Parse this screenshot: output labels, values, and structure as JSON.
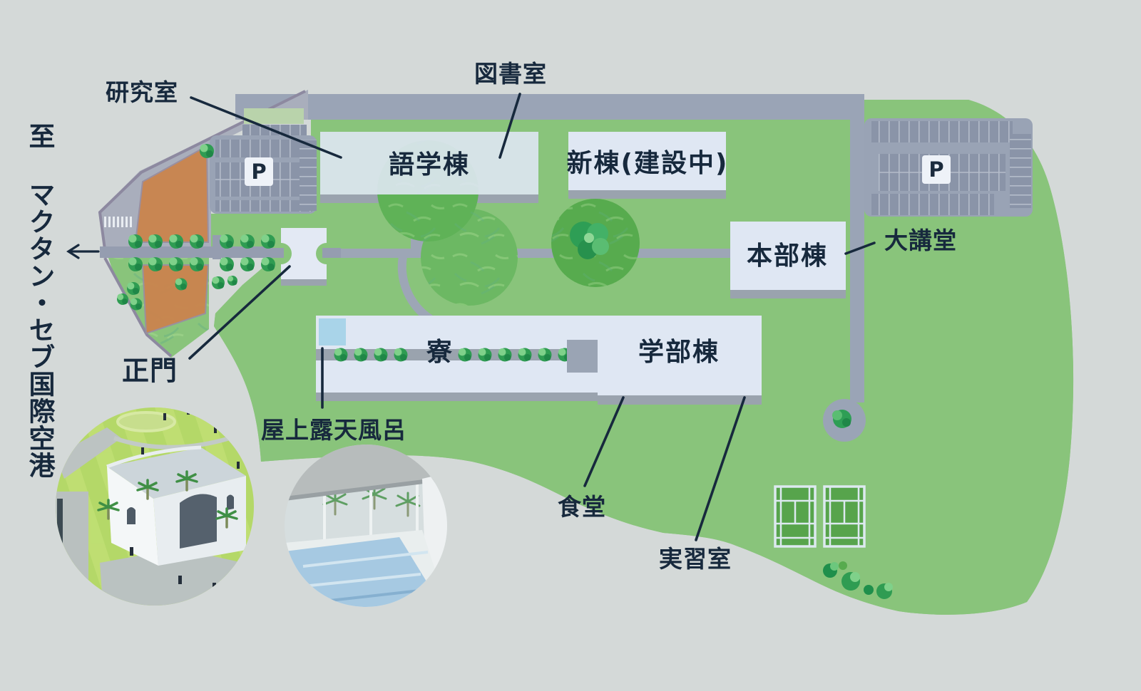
{
  "access": {
    "destination": "至 マクタン・セブ国際空港",
    "arrow_direction": "left"
  },
  "markers": {
    "parking": "P"
  },
  "buildings": {
    "language": "語学棟",
    "new_wing": "新棟(建設中)",
    "headquarters": "本部棟",
    "dormitory": "寮",
    "faculty": "学部棟"
  },
  "callouts": {
    "research": "研究室",
    "library": "図書室",
    "auditorium": "大講堂",
    "main_gate": "正門",
    "rooftop_bath": "屋上露天風呂",
    "cafeteria": "食堂",
    "training": "実習室"
  },
  "colors": {
    "outside": "#d4d9d8",
    "grass": "#89c47b",
    "road": "#9aa4b6",
    "building": "#dfe7f3",
    "field_orange": "#c9854f",
    "bath_blue": "#a9d4e9",
    "bush_green": "#2f9c52",
    "ink": "#17293d"
  }
}
